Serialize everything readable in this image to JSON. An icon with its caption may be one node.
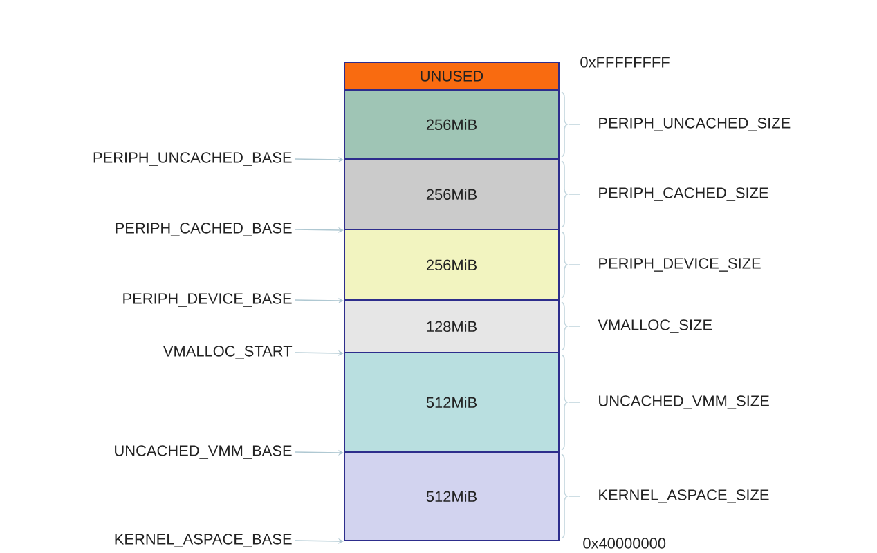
{
  "diagram": {
    "nodes": [
      {
        "text": [
          "UNUSED"
        ]
      },
      {
        "text": [
          "256MiB"
        ],
        "beside": [
          "PERIPH_UNCACHED_SIZE"
        ]
      },
      {
        "text": [
          "256MiB"
        ],
        "beside": [
          "PERIPH_CACHED_SIZE"
        ]
      },
      {
        "text": [
          "256MiB"
        ],
        "beside": [
          "PERIPH_DEVICE_SIZE"
        ]
      },
      {
        "text": [
          "128MiB"
        ],
        "beside": [
          "VMALLOC_SIZE"
        ]
      },
      {
        "text": [
          "512MiB"
        ],
        "beside": [
          "UNCACHED_VMM_SIZE"
        ]
      },
      {
        "text": [
          "512MiB"
        ],
        "beside": [
          "KERNEL_ASPACE_SIZE"
        ]
      },
      {
        "text": [
          "PERIPH_UNCACHED_BASE"
        ]
      },
      {
        "text": [
          "PERIPH_CACHED_BASE"
        ]
      },
      {
        "text": [
          "PERIPH_DEVICE_BASE"
        ]
      },
      {
        "text": [
          "VMALLOC_START"
        ]
      },
      {
        "text": [
          "UNCACHED_VMM_BASE"
        ]
      },
      {
        "text": [
          "KERNEL_ASPACE_BASE"
        ]
      }
    ],
    "edges": [
      {
        "from": 7,
        "to": 1,
        "arrow": "to"
      },
      {
        "from": 8,
        "to": 2,
        "arrow": "to"
      },
      {
        "from": 9,
        "to": 3,
        "arrow": "to"
      },
      {
        "from": 10,
        "to": 4,
        "arrow": "to"
      },
      {
        "from": 11,
        "to": 5,
        "arrow": "to"
      },
      {
        "from": 12,
        "to": 6,
        "arrow": "to"
      }
    ],
    "labels": [
      "0xFFFFFFFF",
      "0x40000000"
    ]
  }
}
